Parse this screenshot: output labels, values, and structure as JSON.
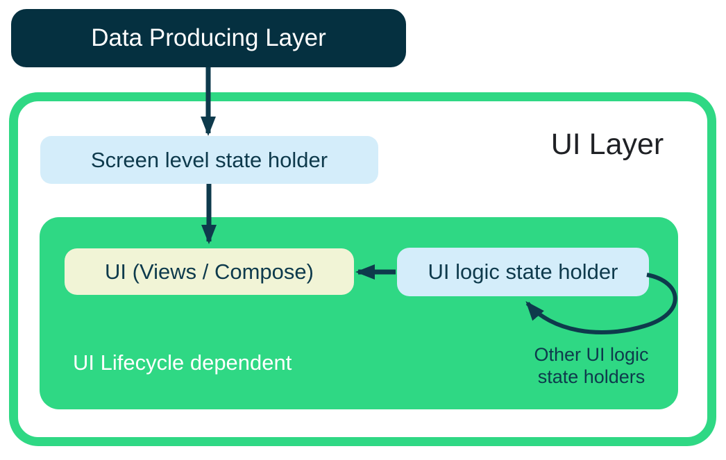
{
  "colors": {
    "dark_navy": "#053040",
    "ink": "#0e3a4c",
    "green": "#2fd884",
    "light_blue": "#d4edfa",
    "cream": "#f1f4d6",
    "white": "#ffffff",
    "title_black": "#1f2125"
  },
  "nodes": {
    "data_producing_layer": {
      "label": "Data Producing Layer"
    },
    "ui_layer": {
      "label": "UI Layer"
    },
    "screen_state_holder": {
      "label": "Screen level state holder"
    },
    "ui_views": {
      "label": "UI (Views / Compose)"
    },
    "ui_logic_state_holder": {
      "label": "UI logic state holder"
    },
    "lifecycle_note": {
      "label": "UI Lifecycle dependent"
    },
    "other_ui_logic_state_holders": {
      "label_line1": "Other UI logic",
      "label_line2": "state holders"
    }
  },
  "edges": [
    {
      "from": "data_producing_layer",
      "to": "screen_state_holder",
      "style": "straight-down"
    },
    {
      "from": "screen_state_holder",
      "to": "ui_views",
      "style": "straight-down"
    },
    {
      "from": "ui_logic_state_holder",
      "to": "ui_views",
      "style": "straight-left"
    },
    {
      "from": "other_ui_logic_state_holders",
      "to": "ui_logic_state_holder",
      "style": "curved-loop"
    }
  ]
}
